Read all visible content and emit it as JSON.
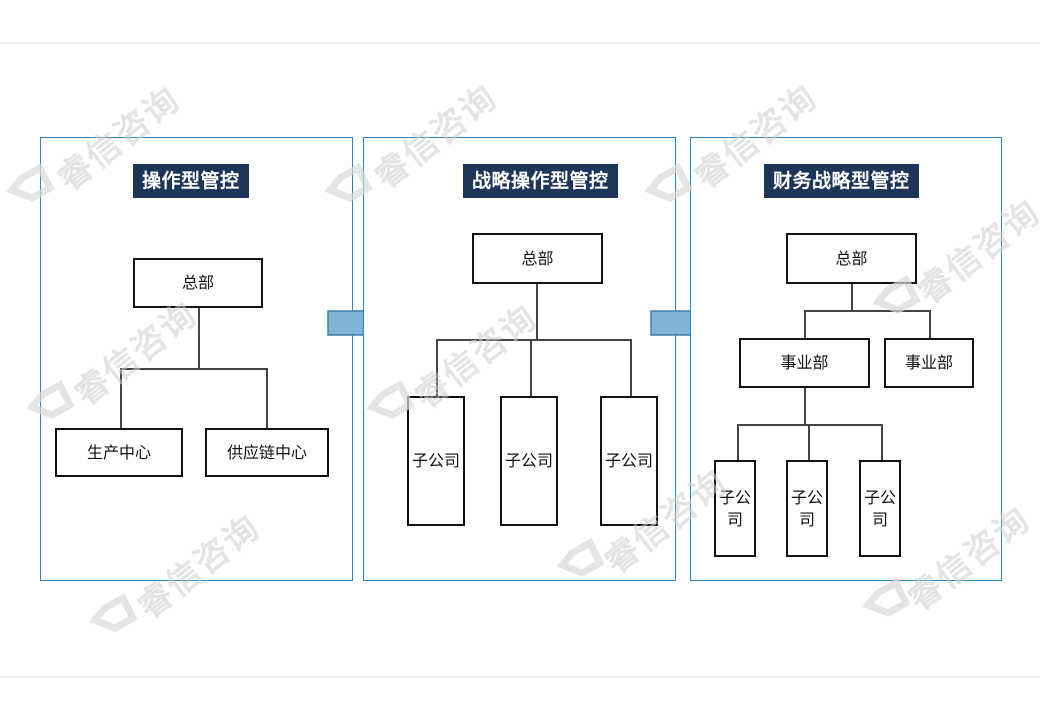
{
  "watermark": "睿信咨询",
  "colors": {
    "panel_border": "#2f86c0",
    "title_bg": "#1c3558",
    "arrow_fill": "#7fb4d4"
  },
  "panels": [
    {
      "title": "操作型管控",
      "hq": "总部",
      "children": [
        "生产中心",
        "供应链中心"
      ]
    },
    {
      "title": "战略操作型管控",
      "hq": "总部",
      "subsidiaries": [
        "子公司",
        "子公司",
        "子公司"
      ]
    },
    {
      "title": "财务战略型管控",
      "hq": "总部",
      "divisions": [
        "事业部",
        "事业部"
      ],
      "subsidiaries": [
        "子公\n司",
        "子公\n司",
        "子公\n司"
      ]
    }
  ]
}
